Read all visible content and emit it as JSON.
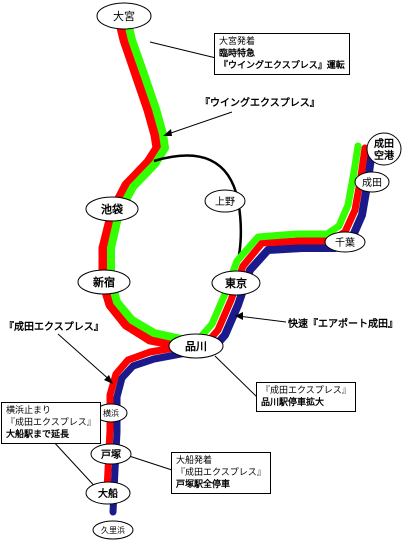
{
  "stations": {
    "omiya": "大宮",
    "ikebukuro": "池袋",
    "shinjuku": "新宿",
    "tokyo": "東京",
    "shinagawa": "品川",
    "ueno": "上野",
    "chiba": "千葉",
    "narita": "成田",
    "narita_airport_1": "成田",
    "narita_airport_2": "空港",
    "yokohama": "横浜",
    "totsuka": "戸塚",
    "ofuna": "大船",
    "kurihama": "久里浜"
  },
  "labels": {
    "wing_express": "『ウイングエクスプレス』",
    "narita_express": "『成田エクスプレス』",
    "rapid_airport_narita": "快速『エアポート成田』"
  },
  "notes": {
    "omiya_note": [
      "大宮発着",
      "臨時特急",
      "『ウイングエクスプレス』運転"
    ],
    "shinagawa_note": [
      "『成田エクスプレス』",
      "品川駅停車拡大"
    ],
    "yokohama_note": [
      "横浜止まり",
      "『成田エクスプレス』",
      "大船駅まで延長"
    ],
    "ofuna_note": [
      "大船発着",
      "『成田エクスプレス』",
      "戸塚駅全停車"
    ]
  },
  "colors": {
    "wing_express": "#33ff00",
    "narita_express": "#ff0000",
    "rapid_airport_narita": "#1a1a8c",
    "tohoku_line": "#000000"
  }
}
